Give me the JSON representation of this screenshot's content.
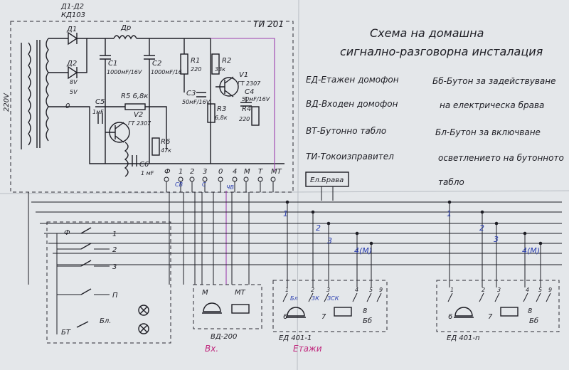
{
  "title": {
    "line1": "Схема на домашна",
    "line2": "сигнално-разговорна инсталация"
  },
  "legend": [
    "ЕД-Етажен домофон",
    "ВД-Входен домофон",
    "ВТ-Бутонно табло",
    "ТИ-Токоизправител",
    "Бб-Бутон за задействуване",
    "на електрическа брава",
    "Бл-Бутон за включване",
    "осветлението на бутонното",
    "табло"
  ],
  "labels": {
    "diodes_header": "Д1-Д2",
    "diodes_sub": "КД103",
    "d1": "Д1",
    "d2": "Д2",
    "dr": "Др",
    "c1": "C1",
    "c1v": "1000мF/16V",
    "c2": "C2",
    "c2v": "1000мF/16",
    "r1": "R1",
    "r1v": "220",
    "r2": "R2",
    "r2v": "33к",
    "r3": "R3",
    "r3v": "6,8к",
    "r4": "R4",
    "r4v": "220",
    "r5": "R5 6,8к",
    "r6": "R6",
    "r6v": "47к",
    "c3": "C3",
    "c3v": "50мF/16V",
    "c4": "C4",
    "c4v": "50мF/16V",
    "c5": "C5",
    "c5v": "1мF",
    "c6": "C6",
    "c6v": "1 мF",
    "v1": "V1",
    "v1t": "ГТ 2307",
    "v2": "V2",
    "v2t": "ГТ 2307",
    "mains": "220V",
    "t8": "8V",
    "t5": "5V",
    "t0": "0",
    "ti": "ТИ 201",
    "brava": "Ел.Брава",
    "vd": "ВД-200",
    "ed1": "ЕД 401-1",
    "edn": "ЕД 401-п",
    "bt": "БТ",
    "bl": "Бл.",
    "bb": "Бб",
    "bb2": "Бб",
    "ti_terms": [
      "Ф",
      "1",
      "2",
      "3",
      "0",
      "4",
      "М",
      "Т",
      "МТ"
    ],
    "bt_items": [
      "Ф",
      "1",
      "2",
      "3",
      "П"
    ],
    "vd_terms": [
      "М",
      "МТ"
    ],
    "ed_terms": [
      "1",
      "2",
      "3",
      "4",
      "5",
      "9"
    ],
    "ed_inner": [
      "6",
      "7",
      "8"
    ],
    "wire_tags": [
      "1",
      "2",
      "3",
      "4(М)",
      "1",
      "2",
      "3",
      "4(М)"
    ],
    "sv": "СВ",
    "c_tag": "С",
    "chv": "ЧВ",
    "ed_notes": [
      "Бл",
      "3К",
      "ЗСК"
    ]
  },
  "annotations": {
    "vh": "Вх.",
    "etazhi": "Етажи"
  }
}
